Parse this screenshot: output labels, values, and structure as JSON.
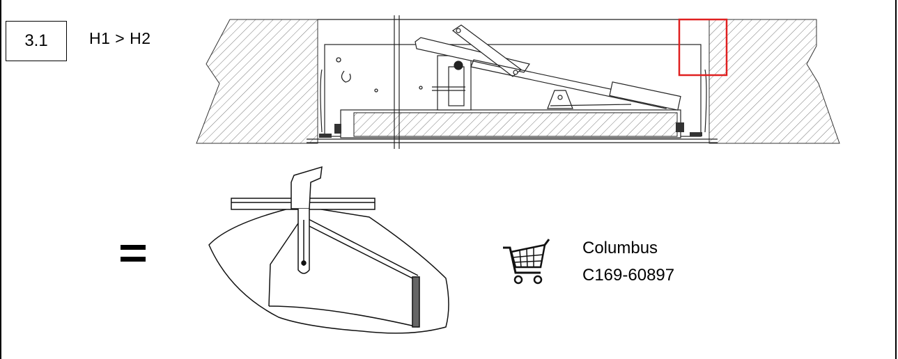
{
  "step": {
    "number": "3.1"
  },
  "condition": {
    "text": "H1 > H2"
  },
  "equivalence": {
    "symbol": "="
  },
  "part": {
    "name": "Columbus",
    "number": "C169-60897",
    "icon": "shopping-cart-icon"
  },
  "highlight": {
    "color": "#e02020"
  }
}
